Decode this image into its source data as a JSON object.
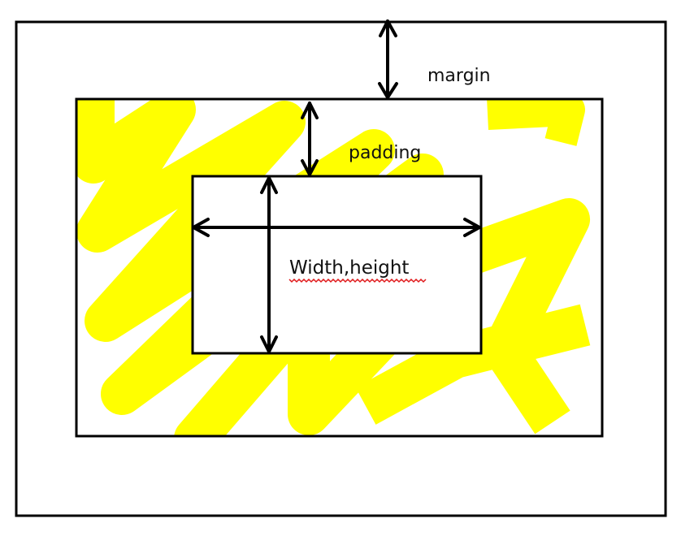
{
  "labels": {
    "margin": "margin",
    "padding": "padding",
    "content": "Width,height"
  },
  "colors": {
    "highlight": "#ffff00",
    "stroke": "#000000",
    "spellcheck": "#e0191b",
    "background": "#ffffff"
  }
}
